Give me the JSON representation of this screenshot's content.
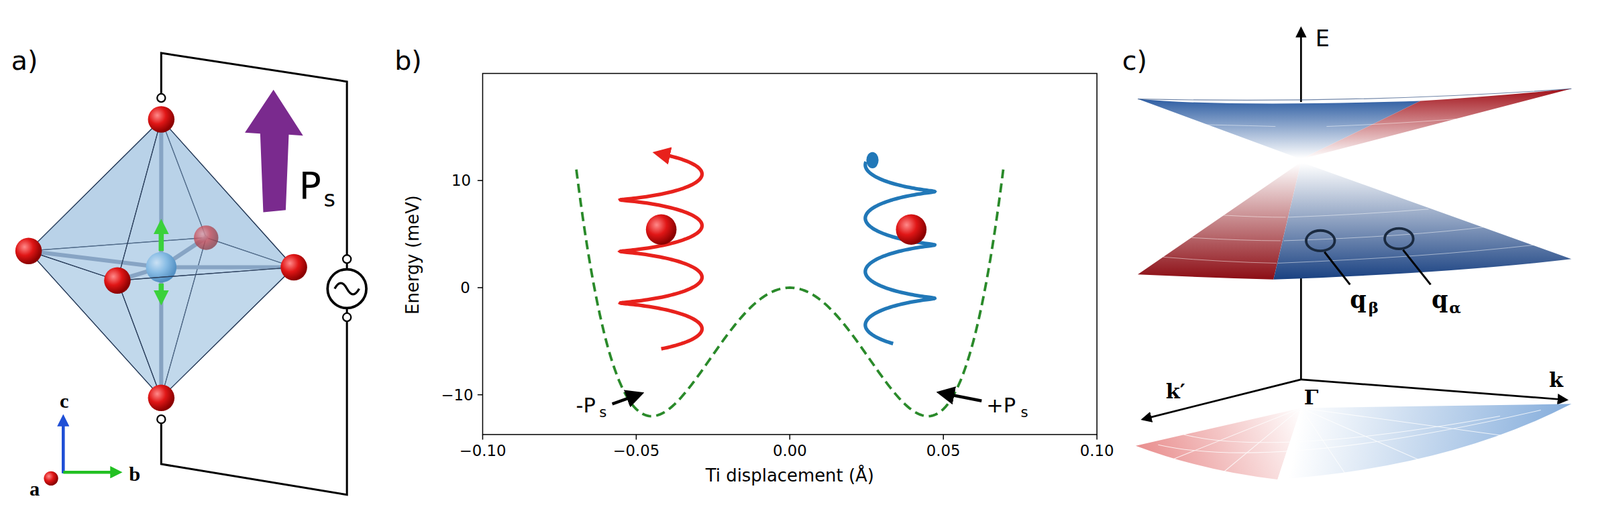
{
  "diagram": {
    "labels": [
      "a)",
      "P",
      "s",
      "c",
      "b",
      "a",
      "b)",
      "10",
      "0",
      "−10",
      "−0.10",
      "−0.05",
      "0.00",
      "0.05",
      "0.10",
      "Energy (meV)",
      "Ti displacement (Å)",
      "-P",
      "s",
      "+P",
      "s",
      "c)",
      "E",
      "q",
      "β",
      "q",
      "α",
      "k′",
      "k",
      "Γ"
    ]
  }
}
